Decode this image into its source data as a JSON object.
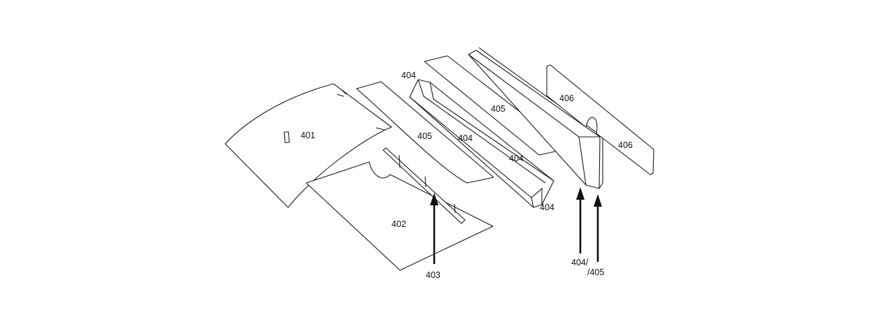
{
  "labels": {
    "part_401": "401",
    "part_402": "402",
    "part_403": "403",
    "part_404_top": "404",
    "part_404_mid": "404",
    "part_404_mid2": "404",
    "part_404_bottom": "404",
    "part_405_left": "405",
    "part_405_right": "405",
    "part_406_top": "406",
    "part_406_bottom": "406",
    "combo_404": "404/",
    "combo_405": "/405"
  },
  "colors": {
    "line": "#1a1a1a",
    "background": "#ffffff"
  }
}
